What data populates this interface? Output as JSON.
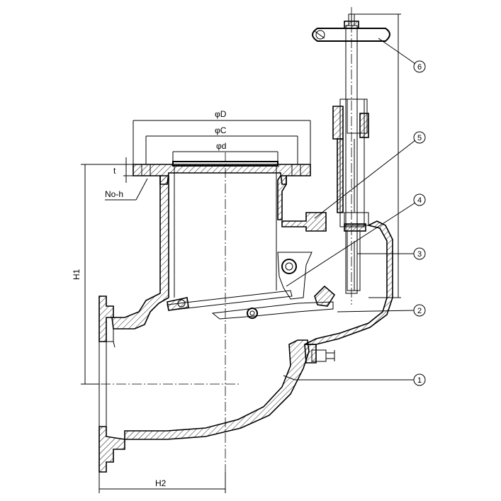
{
  "dimensions": {
    "outer_diameter": "φD",
    "bolt_circle": "φC",
    "inner_diameter": "φd",
    "thickness": "t",
    "bolt_holes": "No-h",
    "height": "H1",
    "width": "H2"
  },
  "callouts": [
    "1",
    "2",
    "3",
    "4",
    "5",
    "6"
  ],
  "colors": {
    "line": "#000000",
    "background": "#ffffff"
  }
}
